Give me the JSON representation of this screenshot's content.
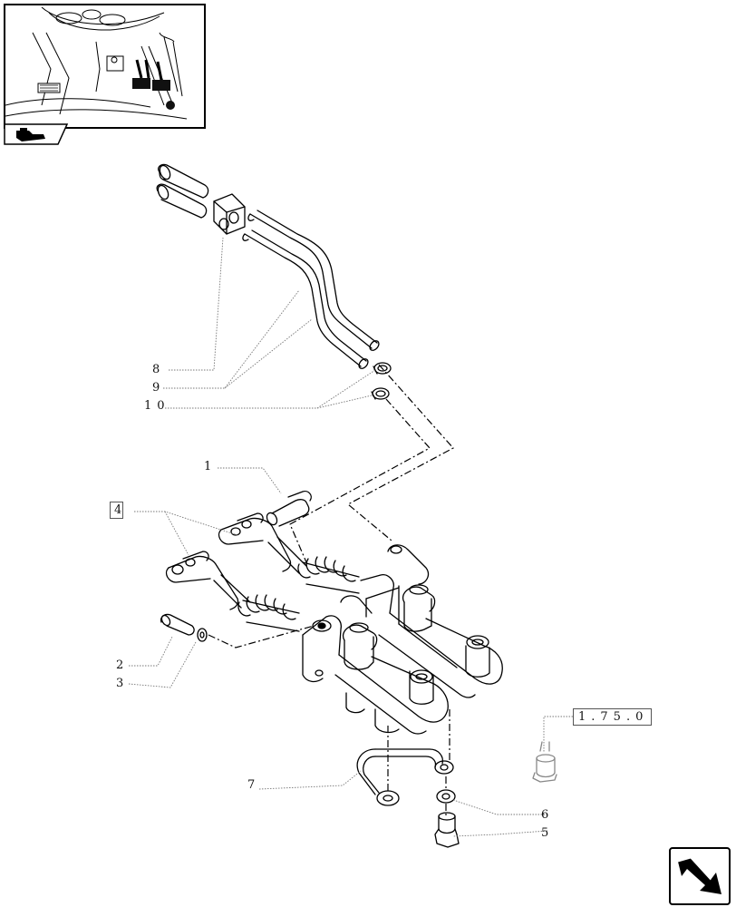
{
  "callouts": {
    "c1": "1",
    "c2": "2",
    "c3": "3",
    "c4": "4",
    "c5": "5",
    "c6": "6",
    "c7": "7",
    "c8": "8",
    "c9": "9",
    "c10": "10",
    "ref": "1.75.0"
  },
  "icons": {
    "thumbnail": "tractor-pedal-overview",
    "back": "previous-page-tab-icon",
    "next": "next-page-arrow-icon"
  }
}
